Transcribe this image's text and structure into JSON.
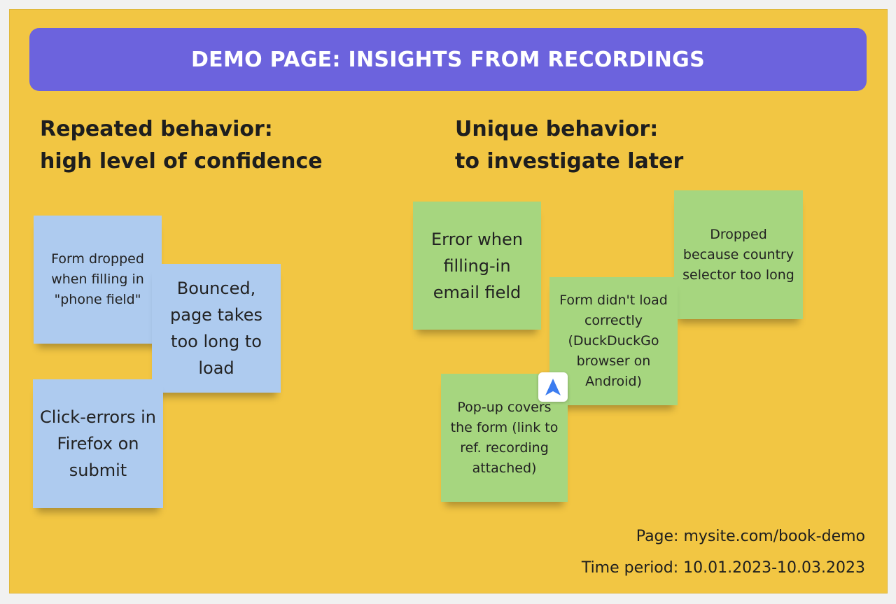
{
  "title": "DEMO PAGE: INSIGHTS FROM RECORDINGS",
  "sections": {
    "repeated": {
      "line1": "Repeated behavior:",
      "line2": "high level of confidence"
    },
    "unique": {
      "line1": "Unique behavior:",
      "line2": "to investigate later"
    }
  },
  "notes": {
    "blue": [
      "Form dropped when filling in \"phone field\"",
      "Bounced, page takes too long to load",
      "Click-errors in Firefox on submit"
    ],
    "green": [
      "Error when filling-in email field",
      "Dropped because country selector too long",
      "Form didn't load correctly (DuckDuckGo browser on Android)",
      "Pop-up covers the form (link to ref. recording attached)"
    ]
  },
  "footer": {
    "page": "Page: mysite.com/book-demo",
    "period": "Time period: 10.01.2023-10.03.2023"
  },
  "icons": {
    "cursor": "navigation-arrow-icon"
  },
  "colors": {
    "board": "#f2c643",
    "banner": "#6c63dd",
    "blue_note": "#aecbef",
    "green_note": "#a6d67f",
    "cursor_accent": "#3b7cf0"
  }
}
